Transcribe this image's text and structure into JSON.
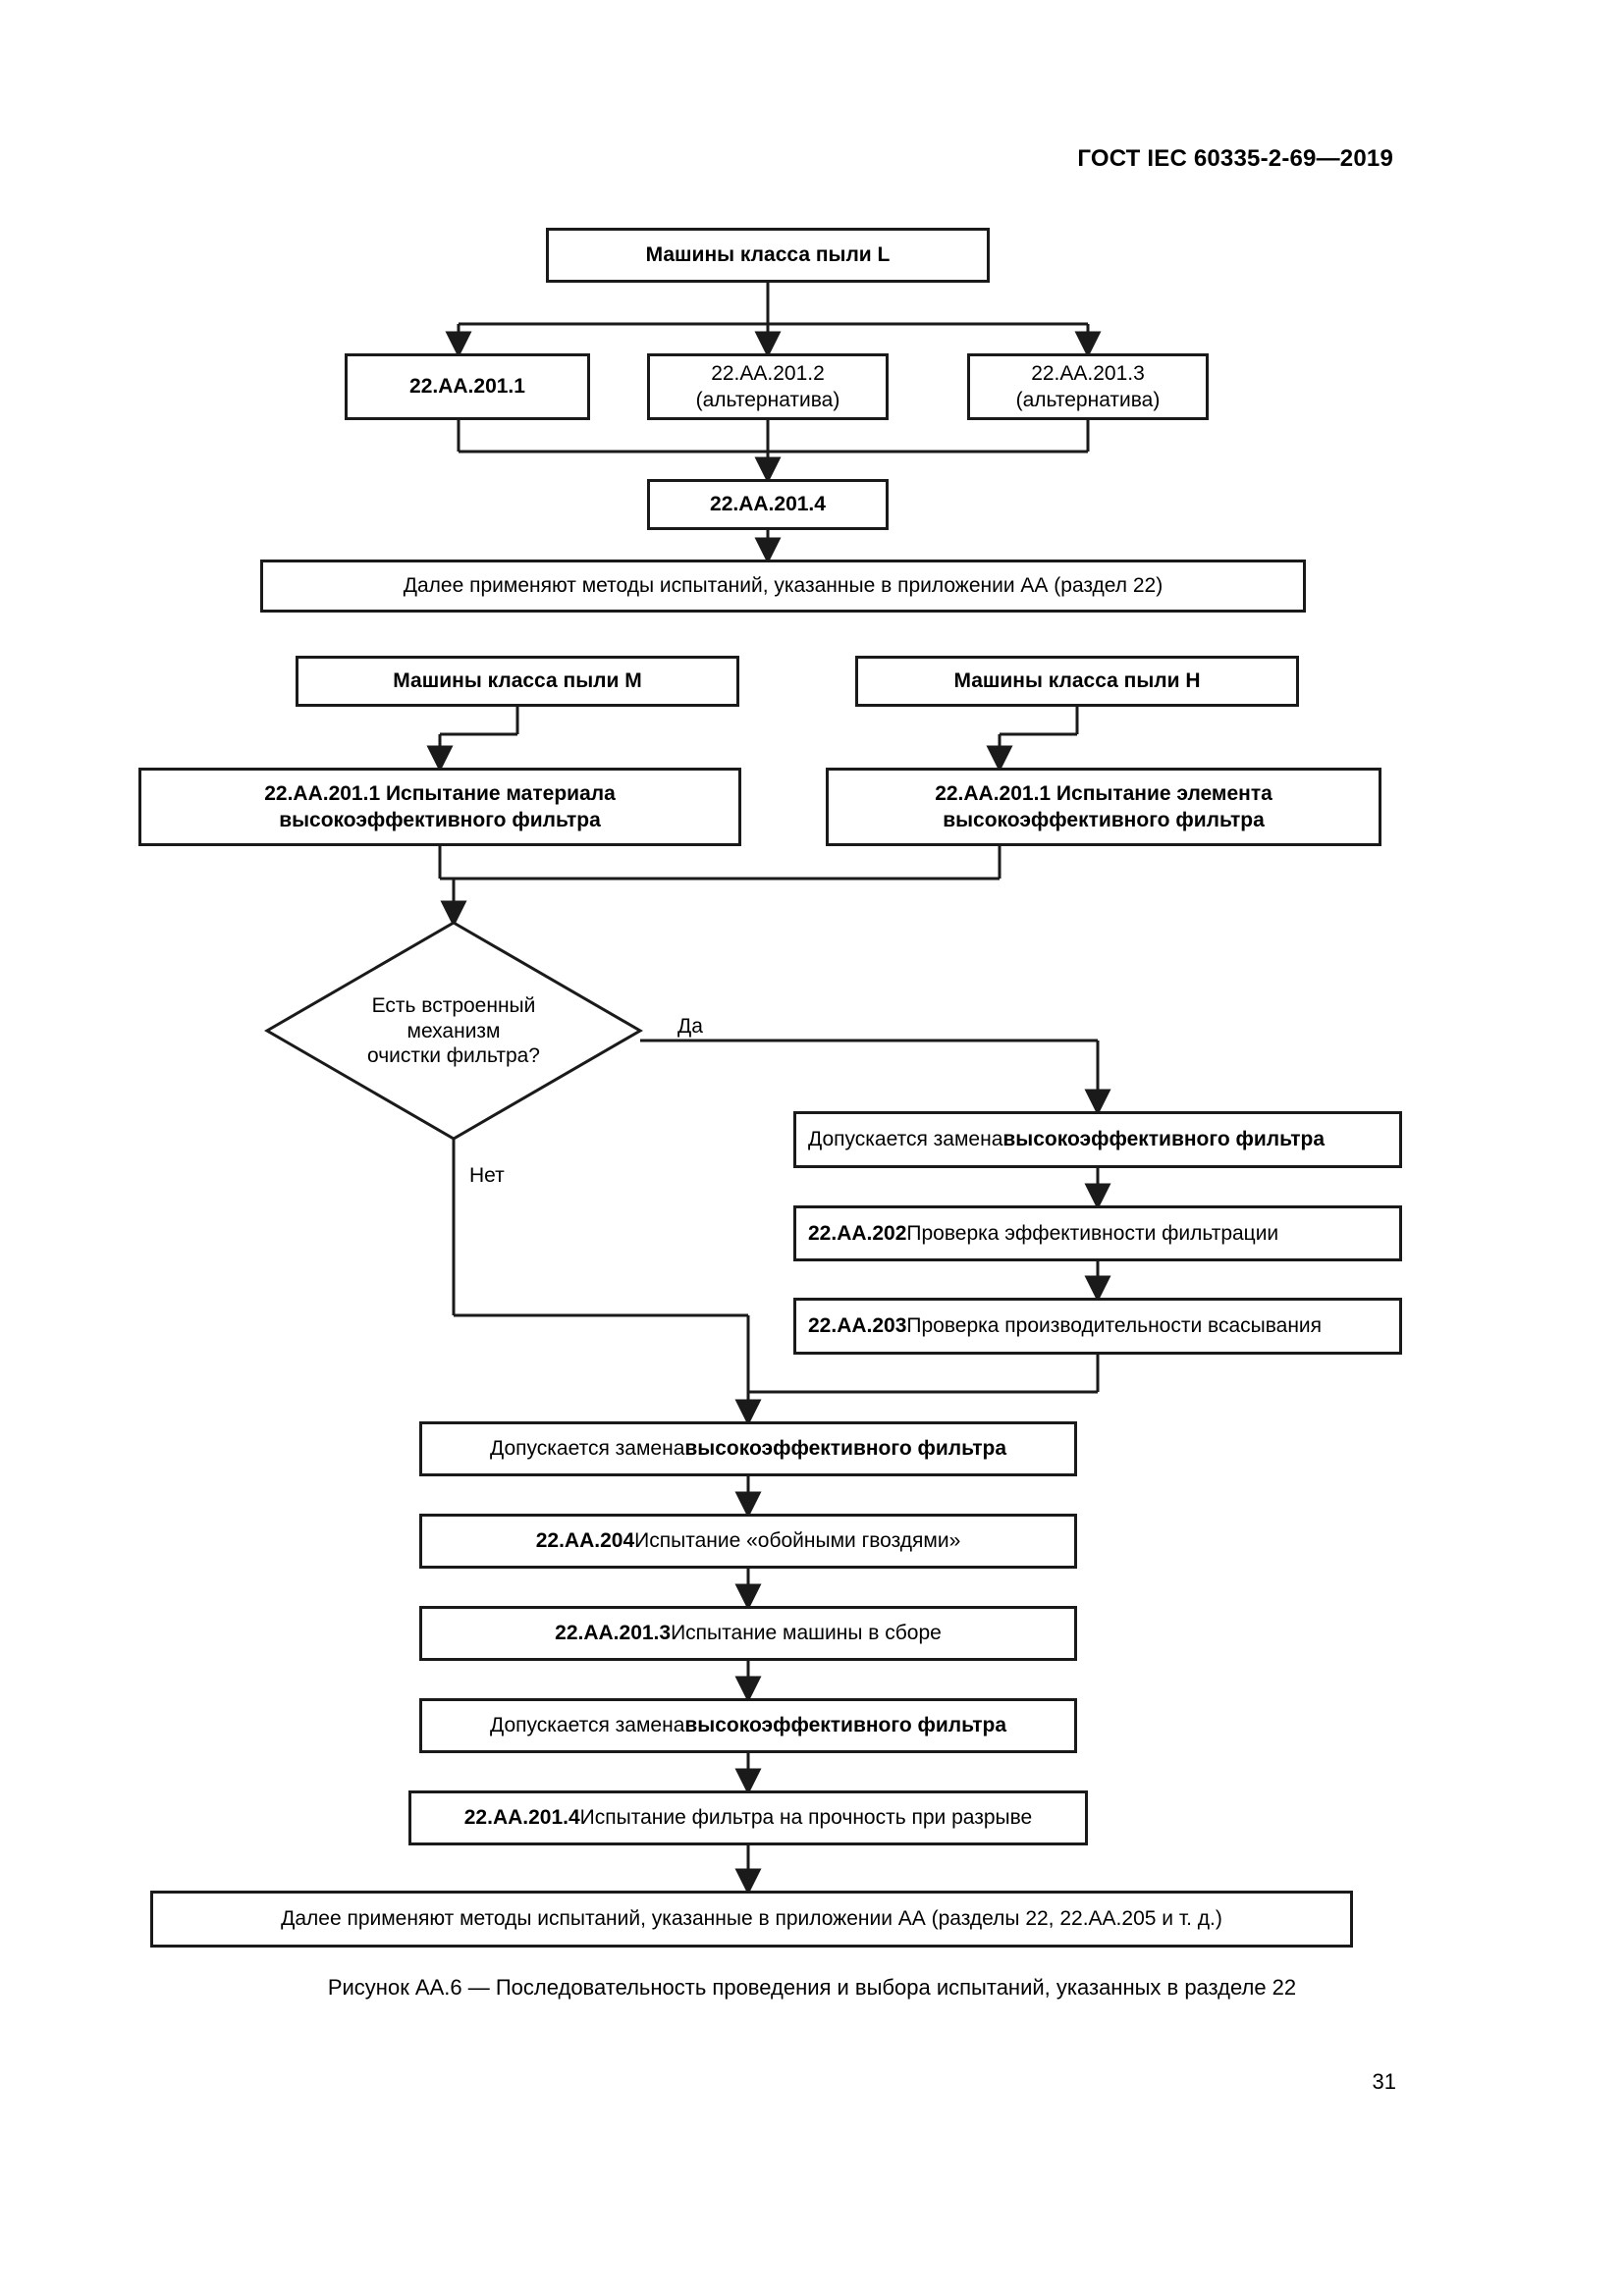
{
  "document": {
    "header": "ГОСТ IEC 60335-2-69—2019",
    "page_number": "31",
    "figure_caption": "Рисунок АА.6 — Последовательность проведения и выбора испытаний, указанных в разделе 22"
  },
  "colors": {
    "line": "#1a1a1a",
    "background": "#ffffff",
    "text": "#000000"
  },
  "flowchart": {
    "type": "flowchart",
    "nodes": {
      "class_l": {
        "label": "Машины класса пыли L",
        "shape": "rect",
        "bold": true
      },
      "aa_201_1": {
        "label": "22.AA.201.1",
        "shape": "rect",
        "bold": true
      },
      "aa_201_2_line1": {
        "label": "22.AA.201.2",
        "line2": "(альтернатива)",
        "shape": "rect",
        "bold": false
      },
      "aa_201_3_line1": {
        "label": "22.AA.201.3",
        "line2": "(альтернатива)",
        "shape": "rect",
        "bold": false
      },
      "aa_201_4": {
        "label": "22.AA.201.4",
        "shape": "rect",
        "bold": true
      },
      "methods_1": {
        "label": "Далее применяют методы испытаний, указанные в приложении АА (раздел 22)",
        "shape": "rect",
        "bold": false
      },
      "class_m": {
        "label": "Машины класса пыли M",
        "shape": "rect",
        "bold": true
      },
      "class_h": {
        "label": "Машины класса пыли H",
        "shape": "rect",
        "bold": true
      },
      "test_material": {
        "line1": "22.AA.201.1 Испытание материала",
        "line2": "высокоэффективного фильтра",
        "shape": "rect",
        "bold": true
      },
      "test_element": {
        "line1": "22.AA.201.1 Испытание элемента",
        "line2": "высокоэффективного фильтра",
        "shape": "rect",
        "bold": true
      },
      "decision": {
        "line1": "Есть встроенный",
        "line2": "механизм",
        "line3": "очистки фильтра?",
        "shape": "diamond",
        "bold": false
      },
      "replace_1": {
        "prefix": "Допускается замена ",
        "bold_part": "высокоэффективного фильтра",
        "shape": "rect"
      },
      "aa_202": {
        "bold_part": "22.AA.202",
        "suffix": " Проверка эффективности фильтрации",
        "shape": "rect"
      },
      "aa_203": {
        "bold_part": "22.AA.203",
        "suffix": " Проверка производительности всасывания",
        "shape": "rect"
      },
      "replace_2": {
        "prefix": "Допускается замена ",
        "bold_part": "высокоэффективного фильтра",
        "shape": "rect"
      },
      "aa_204": {
        "bold_part": "22.AA.204",
        "suffix": " Испытание «обойными гвоздями»",
        "shape": "rect"
      },
      "aa_201_3_assembly": {
        "bold_part": "22.AA.201.3",
        "suffix": " Испытание машины в сборе",
        "shape": "rect"
      },
      "replace_3": {
        "prefix": "Допускается замена ",
        "bold_part": "высокоэффективного фильтра",
        "shape": "rect"
      },
      "aa_201_4_burst": {
        "bold_part": "22.AA.201.4",
        "suffix": " Испытание фильтра на прочность при разрыве",
        "shape": "rect"
      },
      "methods_2": {
        "label": "Далее применяют методы испытаний, указанные в приложении АА (разделы 22, 22.AA.205 и т. д.)",
        "shape": "rect",
        "bold": false
      }
    },
    "edge_labels": {
      "yes": "Да",
      "no": "Нет"
    }
  }
}
